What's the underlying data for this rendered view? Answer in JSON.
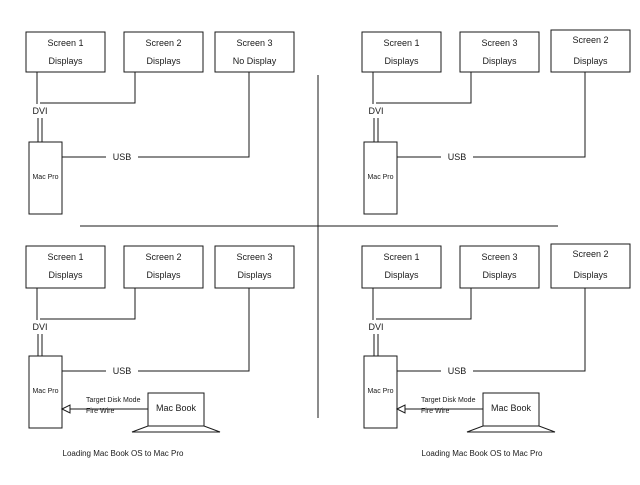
{
  "quadrants": [
    {
      "screens": [
        {
          "name": "Screen 1",
          "status": "Displays"
        },
        {
          "name": "Screen 2",
          "status": "Displays"
        },
        {
          "name": "Screen 3",
          "status": "No Display"
        }
      ],
      "dvi_label": "DVI",
      "usb_label": "USB",
      "computer_label": "Mac Pro"
    },
    {
      "screens": [
        {
          "name": "Screen 1",
          "status": "Displays"
        },
        {
          "name": "Screen 3",
          "status": "Displays"
        },
        {
          "name": "Screen 2",
          "status": "Displays"
        }
      ],
      "dvi_label": "DVI",
      "usb_label": "USB",
      "computer_label": "Mac Pro"
    },
    {
      "screens": [
        {
          "name": "Screen 1",
          "status": "Displays"
        },
        {
          "name": "Screen 2",
          "status": "Displays"
        },
        {
          "name": "Screen 3",
          "status": "Displays"
        }
      ],
      "dvi_label": "DVI",
      "usb_label": "USB",
      "computer_label": "Mac Pro",
      "laptop_label": "Mac Book",
      "link_label_1": "Target Disk Mode",
      "link_label_2": "Fire Wire",
      "caption": "Loading Mac Book OS to Mac Pro"
    },
    {
      "screens": [
        {
          "name": "Screen 1",
          "status": "Displays"
        },
        {
          "name": "Screen 3",
          "status": "Displays"
        },
        {
          "name": "Screen 2",
          "status": "Displays"
        }
      ],
      "dvi_label": "DVI",
      "usb_label": "USB",
      "computer_label": "Mac Pro",
      "laptop_label": "Mac Book",
      "link_label_1": "Target Disk Mode",
      "link_label_2": "Fire Wire",
      "caption": "Loading Mac Book OS to Mac Pro"
    }
  ]
}
